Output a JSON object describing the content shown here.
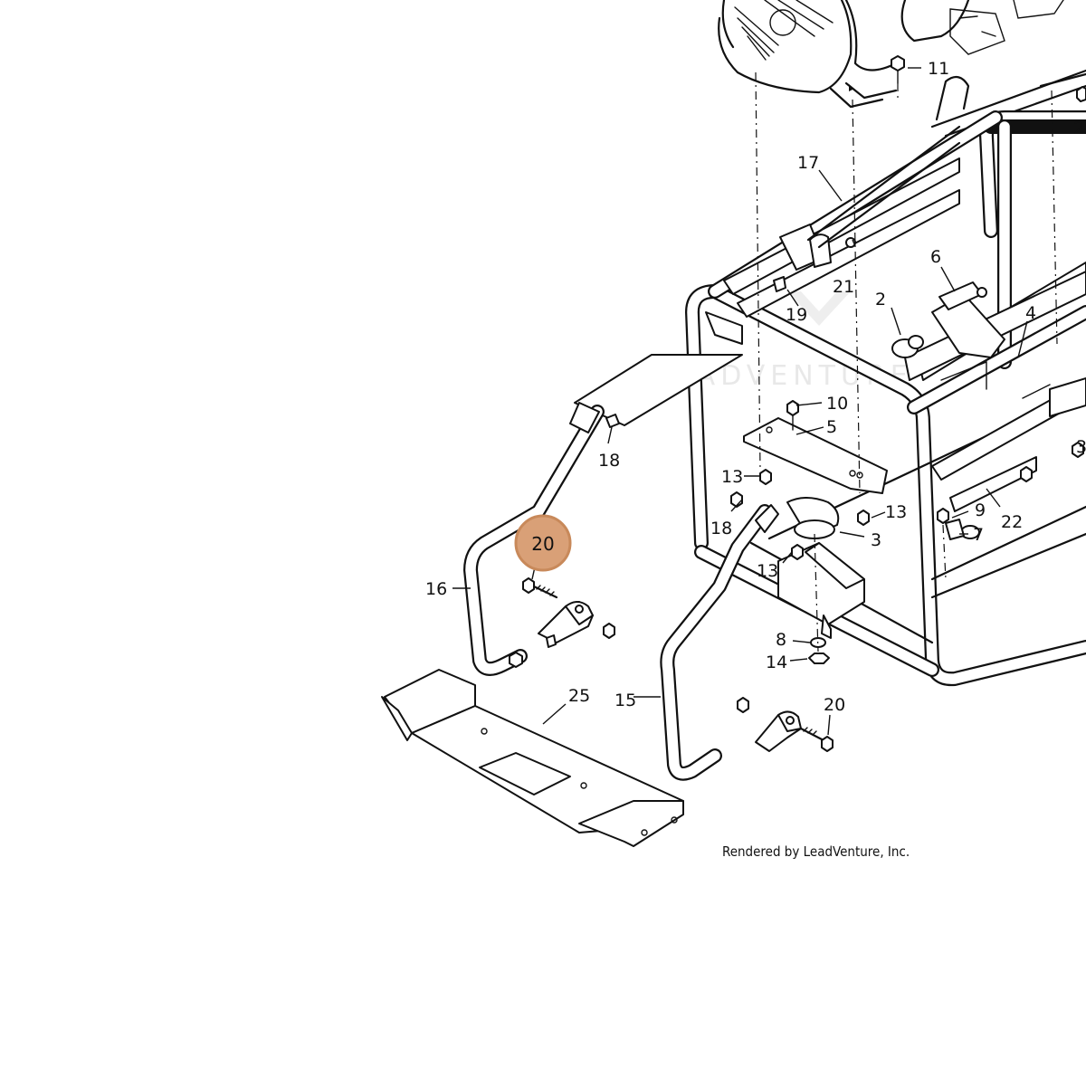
{
  "callouts": [
    {
      "id": "c2",
      "label": "2"
    },
    {
      "id": "c3",
      "label": "3"
    },
    {
      "id": "c4",
      "label": "4"
    },
    {
      "id": "c5",
      "label": "5"
    },
    {
      "id": "c6",
      "label": "6"
    },
    {
      "id": "c7",
      "label": "7"
    },
    {
      "id": "c8",
      "label": "8"
    },
    {
      "id": "c9",
      "label": "9"
    },
    {
      "id": "c10",
      "label": "10"
    },
    {
      "id": "c11",
      "label": "11"
    },
    {
      "id": "c13a",
      "label": "13"
    },
    {
      "id": "c13b",
      "label": "13"
    },
    {
      "id": "c13c",
      "label": "13"
    },
    {
      "id": "c14",
      "label": "14"
    },
    {
      "id": "c15",
      "label": "15"
    },
    {
      "id": "c16",
      "label": "16"
    },
    {
      "id": "c17",
      "label": "17"
    },
    {
      "id": "c18a",
      "label": "18"
    },
    {
      "id": "c18b",
      "label": "18"
    },
    {
      "id": "c19",
      "label": "19"
    },
    {
      "id": "c20",
      "label": "20"
    },
    {
      "id": "c21",
      "label": "21"
    },
    {
      "id": "c22",
      "label": "22"
    },
    {
      "id": "c25",
      "label": "25"
    },
    {
      "id": "c2edge",
      "label": "2"
    },
    {
      "id": "c3edge",
      "label": "3"
    }
  ],
  "highlight": {
    "label": "20",
    "color": "#d9a077",
    "ring_color": "#c8895a"
  },
  "watermark": "LEADVENTURE",
  "credit": "Rendered by LeadVenture, Inc."
}
